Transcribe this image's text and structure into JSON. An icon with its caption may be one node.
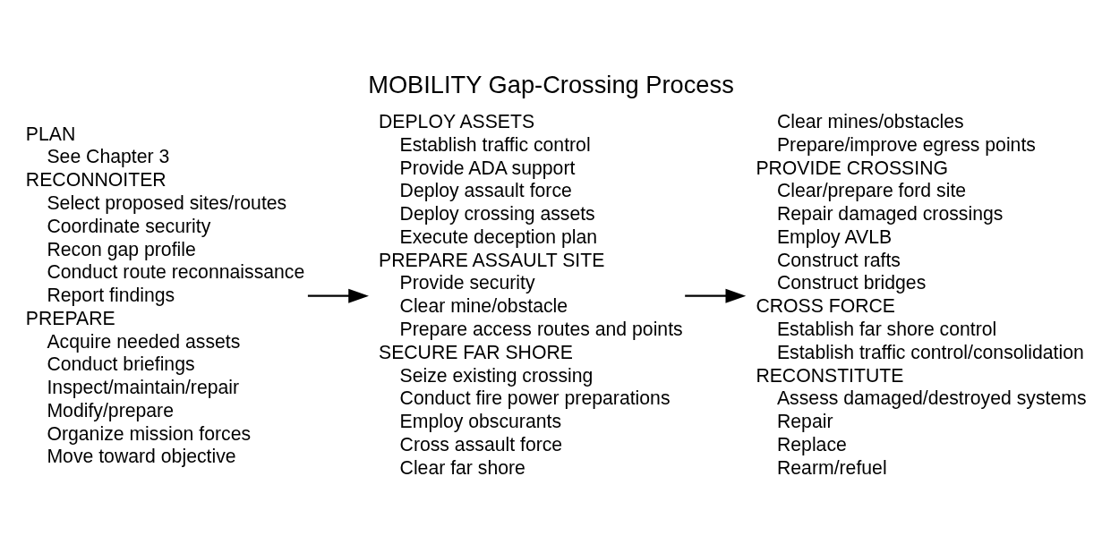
{
  "diagram": {
    "title": "MOBILITY Gap-Crossing Process",
    "nodes": [
      {
        "text": [
          "PLAN",
          "See Chapter 3",
          "RECONNOITER",
          "Select proposed sites/routes",
          "Coordinate security",
          "Recon gap profile",
          "Conduct route reconnaissance",
          "Report findings",
          "PREPARE",
          "Acquire needed assets",
          "Conduct briefings",
          "Inspect/maintain/repair",
          "Modify/prepare",
          "Organize mission forces",
          "Move toward objective"
        ]
      },
      {
        "text": [
          "DEPLOY ASSETS",
          "Establish traffic control",
          "Provide ADA support",
          "Deploy assault force",
          "Deploy crossing assets",
          "Execute deception plan",
          "PREPARE ASSAULT SITE",
          "Provide security",
          "Clear mine/obstacle",
          "Prepare access routes and points",
          "SECURE FAR SHORE",
          "Seize existing crossing",
          "Conduct fire power preparations",
          "Employ obscurants",
          "Cross assault force",
          "Clear far shore"
        ]
      },
      {
        "text": [
          "Clear mines/obstacles",
          "Prepare/improve egress points",
          "PROVIDE CROSSING",
          "Clear/prepare ford site",
          "Repair damaged crossings",
          "Employ AVLB",
          "Construct rafts",
          "Construct bridges",
          "CROSS FORCE",
          "Establish far shore control",
          "Establish traffic control/consolidation",
          "RECONSTITUTE",
          "Assess damaged/destroyed systems",
          "Repair",
          "Replace",
          "Rearm/refuel"
        ]
      }
    ],
    "edges": [
      {
        "from": 0,
        "to": 1,
        "arrow": "to"
      },
      {
        "from": 1,
        "to": 2,
        "arrow": "to"
      }
    ]
  }
}
